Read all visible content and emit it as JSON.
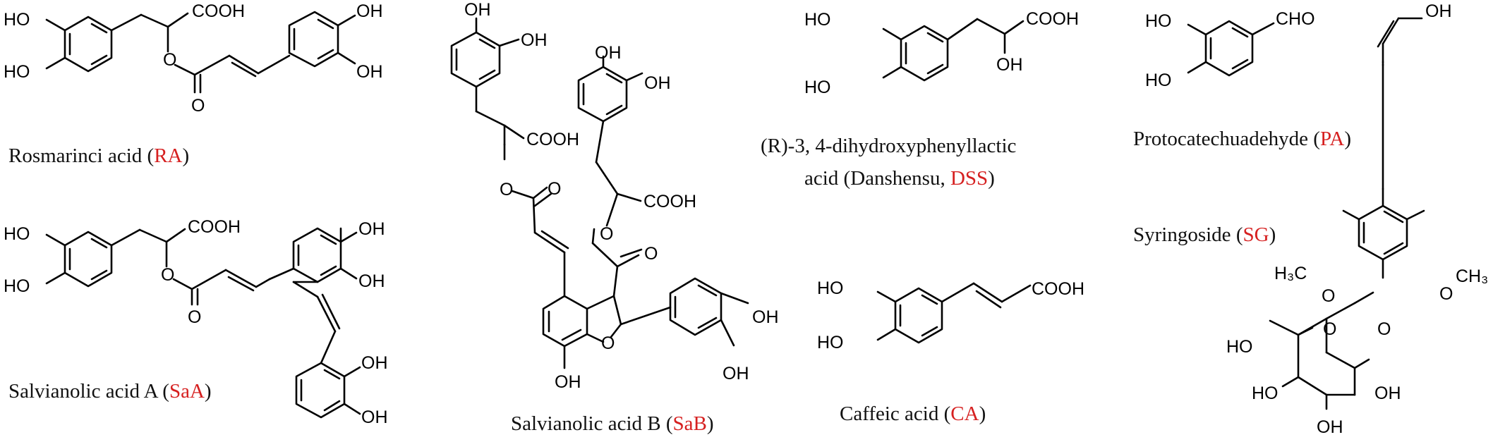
{
  "compounds": {
    "ra": {
      "name": "Rosmarinci acid",
      "abbr": "RA",
      "labels": {
        "ho1": "HO",
        "ho2": "HO",
        "cooh": "COOH",
        "o_ester": "O",
        "o_carbonyl": "O",
        "oh1": "OH",
        "oh2": "OH"
      }
    },
    "saa": {
      "name": "Salvianolic acid A",
      "abbr": "SaA",
      "labels": {
        "ho1": "HO",
        "ho2": "HO",
        "cooh": "COOH",
        "o_ester": "O",
        "o_carbonyl": "O",
        "oh1": "OH",
        "oh2": "OH",
        "oh3": "OH",
        "oh4": "OH"
      }
    },
    "sab": {
      "name": "Salvianolic acid B",
      "abbr": "SaB",
      "labels": {
        "oh1": "OH",
        "oh2": "OH",
        "cooh1": "COOH",
        "o1": "O",
        "o2": "O",
        "oh3": "OH",
        "oh4": "OH",
        "cooh2": "COOH",
        "o3": "O",
        "o4": "O",
        "o_ring": "O",
        "oh5": "OH",
        "oh6": "OH",
        "oh7": "OH"
      }
    },
    "dss": {
      "name_line1": "(R)-3, 4-dihydroxyphenyllactic",
      "name_line2": "acid (Danshensu, ",
      "abbr": "DSS",
      "name_tail": ")",
      "labels": {
        "ho1": "HO",
        "ho2": "HO",
        "cooh": "COOH",
        "oh": "OH"
      }
    },
    "ca": {
      "name": "Caffeic acid",
      "abbr": "CA",
      "labels": {
        "ho1": "HO",
        "ho2": "HO",
        "cooh": "COOH"
      }
    },
    "pa": {
      "name": "Protocatechuadehyde",
      "abbr": "PA",
      "labels": {
        "ho1": "HO",
        "ho2": "HO",
        "cho": "CHO"
      }
    },
    "sg": {
      "name": "Syringoside",
      "abbr": "SG",
      "labels": {
        "oh_top": "OH",
        "h3c": "H₃C",
        "o_left": "O",
        "o_right": "O",
        "ch3": "CH₃",
        "o_link": "O",
        "o_ring": "O",
        "ho_ch2": "HO",
        "ho_a": "HO",
        "oh_b": "OH",
        "oh_c": "OH"
      }
    }
  }
}
